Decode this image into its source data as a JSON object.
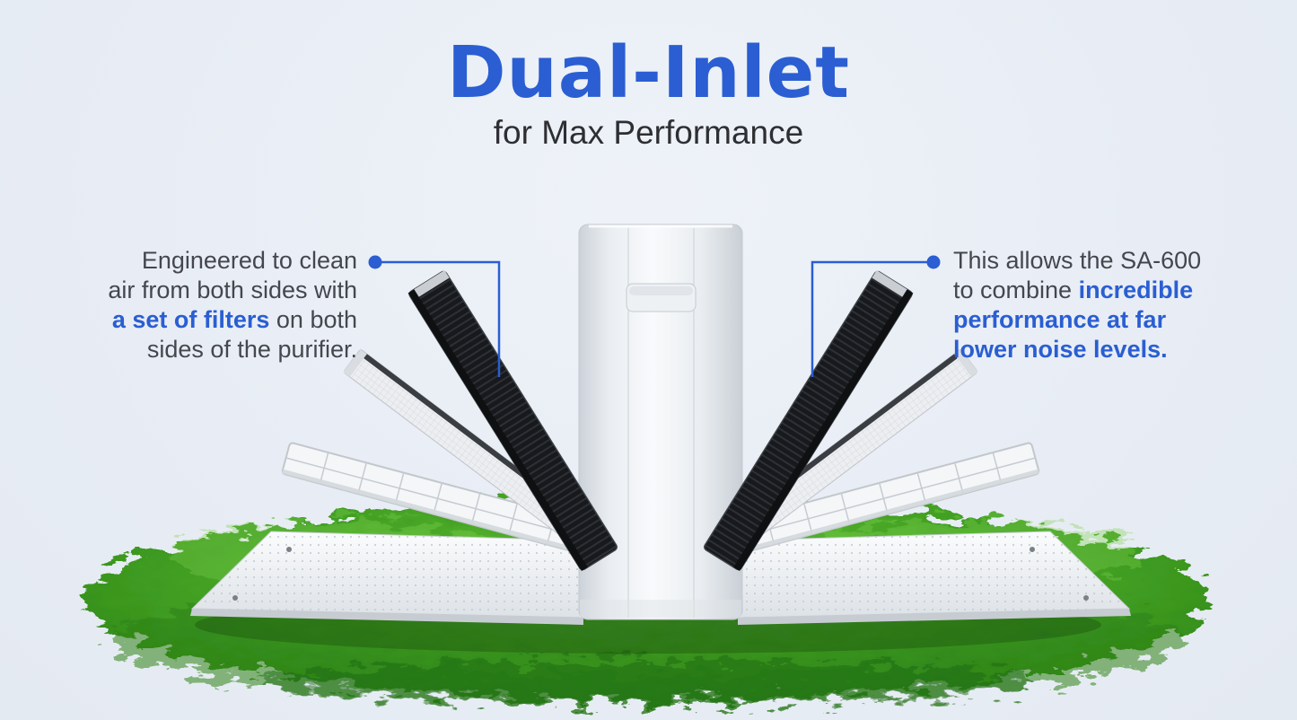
{
  "header": {
    "title": "Dual-Inlet",
    "subtitle": "for Max Performance"
  },
  "left_callout": {
    "line1": "Engineered to clean",
    "line2": "air from both sides with",
    "line3_bold": "a set of filters",
    "line3_rest": " on both",
    "line4": "sides of the purifier."
  },
  "right_callout": {
    "line1": "This allows the SA-600",
    "line2_prefix": "to combine ",
    "line2_bold": "incredible",
    "line3_bold": "performance at far",
    "line4_bold": "lower noise levels."
  },
  "colors": {
    "accent_blue": "#2a5ed2",
    "body_text": "#44474d",
    "subtitle_text": "#2d2f33",
    "background": "#e9eef6",
    "grass_green": "#45a42c",
    "carbon_filter_dark": "#17191c",
    "purifier_white": "#f4f6f8"
  }
}
